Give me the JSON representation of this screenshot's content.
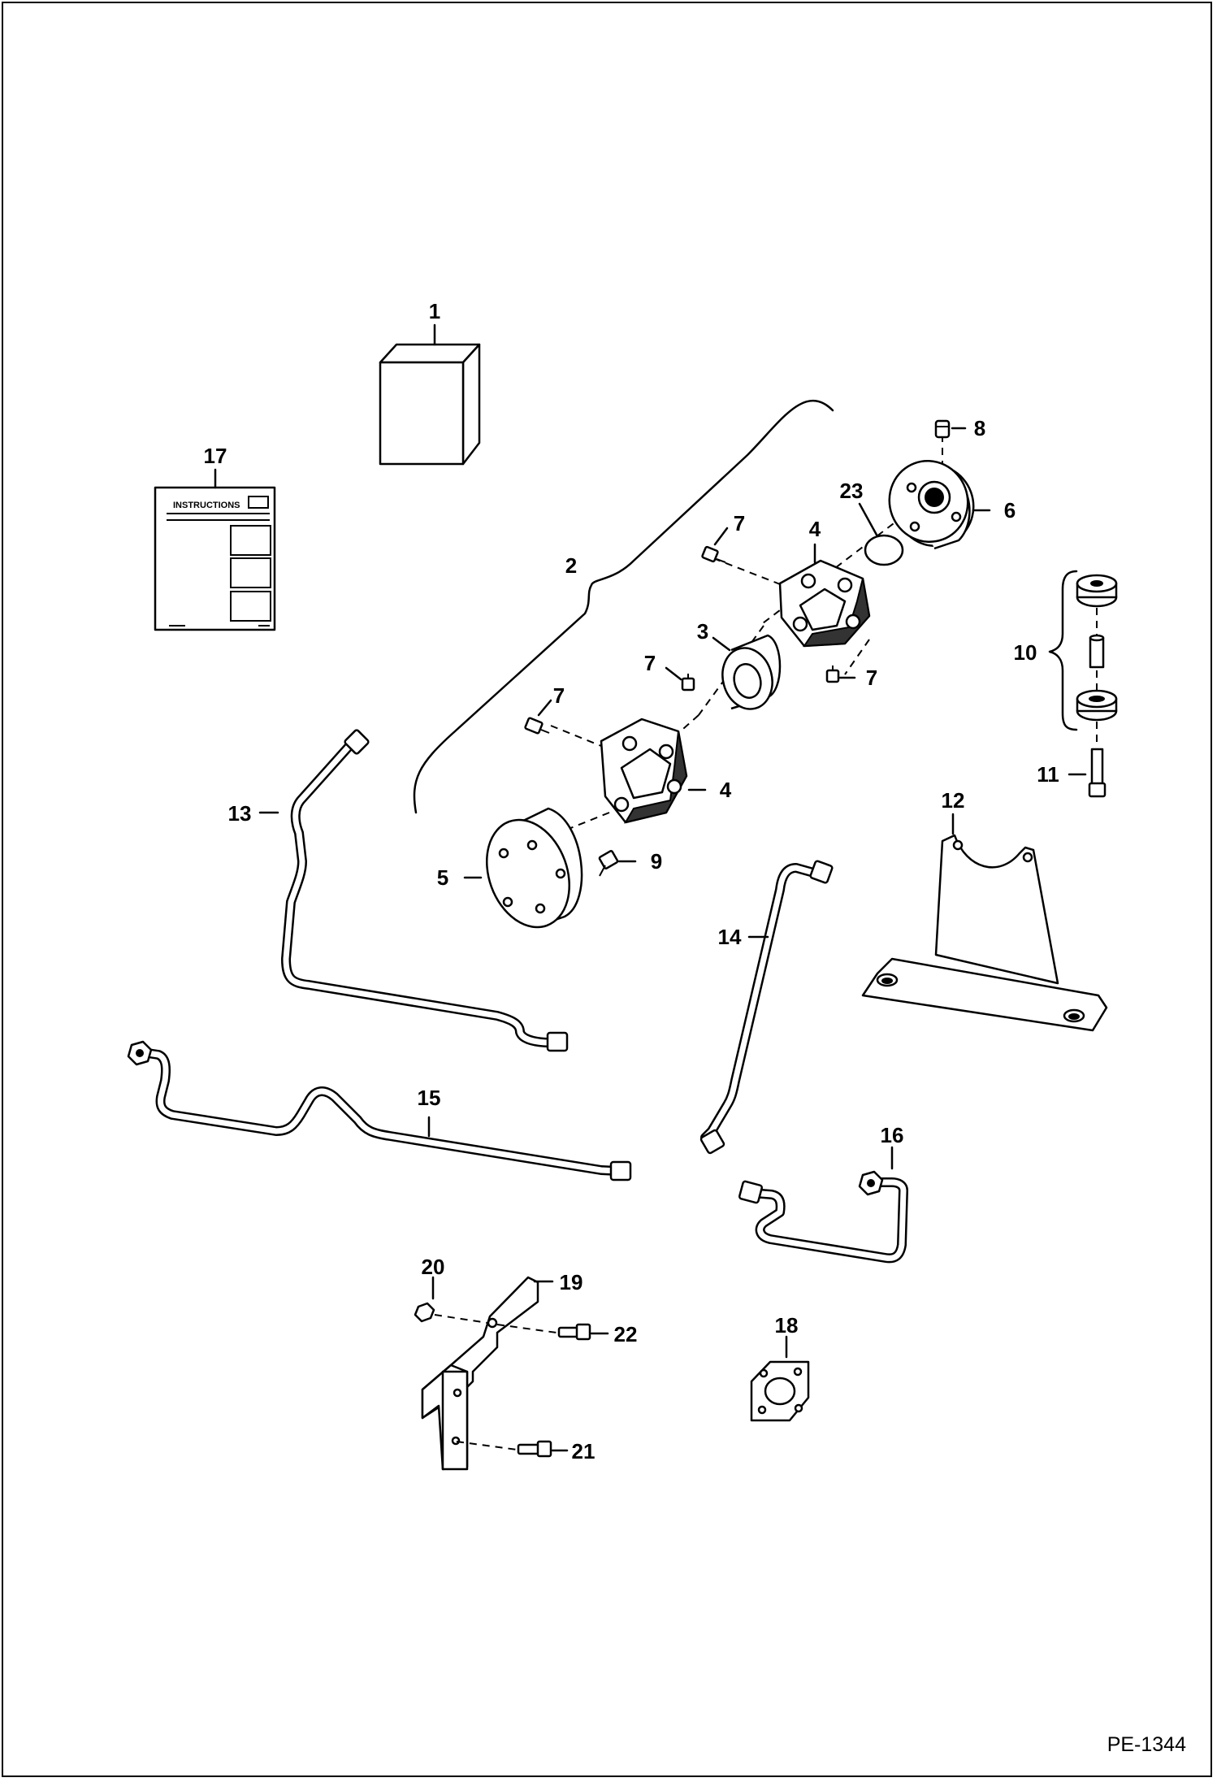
{
  "drawing": {
    "code": "PE-1344",
    "instructions_sheet_title": "INSTRUCTIONS"
  },
  "callouts": {
    "c1": "1",
    "c2": "2",
    "c3": "3",
    "c4a": "4",
    "c4b": "4",
    "c5": "5",
    "c6": "6",
    "c7a": "7",
    "c7b": "7",
    "c7c": "7",
    "c7d": "7",
    "c8": "8",
    "c9": "9",
    "c10": "10",
    "c11": "11",
    "c12": "12",
    "c13": "13",
    "c14": "14",
    "c15": "15",
    "c16": "16",
    "c17": "17",
    "c18": "18",
    "c19": "19",
    "c20": "20",
    "c21": "21",
    "c22": "22",
    "c23": "23"
  },
  "parts": [
    {
      "id": "1",
      "shape": "carton-box"
    },
    {
      "id": "2",
      "shape": "coupler-assembly-brace"
    },
    {
      "id": "3",
      "shape": "spacer-sleeve"
    },
    {
      "id": "4",
      "shape": "rubber-coupler-element"
    },
    {
      "id": "5",
      "shape": "drive-hub-flange"
    },
    {
      "id": "6",
      "shape": "splined-hub-flange"
    },
    {
      "id": "7",
      "shape": "bolt"
    },
    {
      "id": "8",
      "shape": "set-screw"
    },
    {
      "id": "9",
      "shape": "bolt"
    },
    {
      "id": "10",
      "shape": "isolator-mount-set"
    },
    {
      "id": "11",
      "shape": "bolt"
    },
    {
      "id": "12",
      "shape": "mounting-bracket"
    },
    {
      "id": "13",
      "shape": "hydraulic-tube"
    },
    {
      "id": "14",
      "shape": "hydraulic-tube"
    },
    {
      "id": "15",
      "shape": "hydraulic-tube"
    },
    {
      "id": "16",
      "shape": "hydraulic-tube"
    },
    {
      "id": "17",
      "shape": "instruction-sheet"
    },
    {
      "id": "18",
      "shape": "gasket"
    },
    {
      "id": "19",
      "shape": "support-bracket"
    },
    {
      "id": "20",
      "shape": "nut"
    },
    {
      "id": "21",
      "shape": "bolt"
    },
    {
      "id": "22",
      "shape": "bolt"
    },
    {
      "id": "23",
      "shape": "plug"
    }
  ]
}
